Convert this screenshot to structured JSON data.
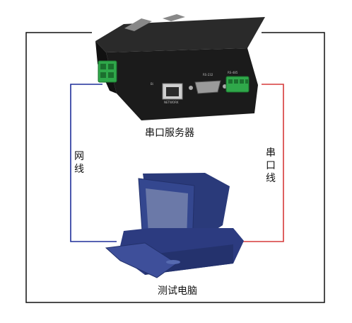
{
  "labels": {
    "server": "串口服务器",
    "network_cable": "网\n线",
    "serial_cable": "串\n口\n线",
    "test_pc": "测试电脑"
  },
  "device": {
    "brand": "Bi",
    "port_label_rs232": "RS-232",
    "port_label_rs485": "RS-485",
    "port_label_lan": "NETWORK"
  },
  "colors": {
    "frame": "#111111",
    "network_line": "#1f2f9a",
    "serial_line": "#d63a3a",
    "device_body": "#1b1b1b",
    "terminal_green": "#2fa84a",
    "monitor_blue": "#34478f"
  }
}
